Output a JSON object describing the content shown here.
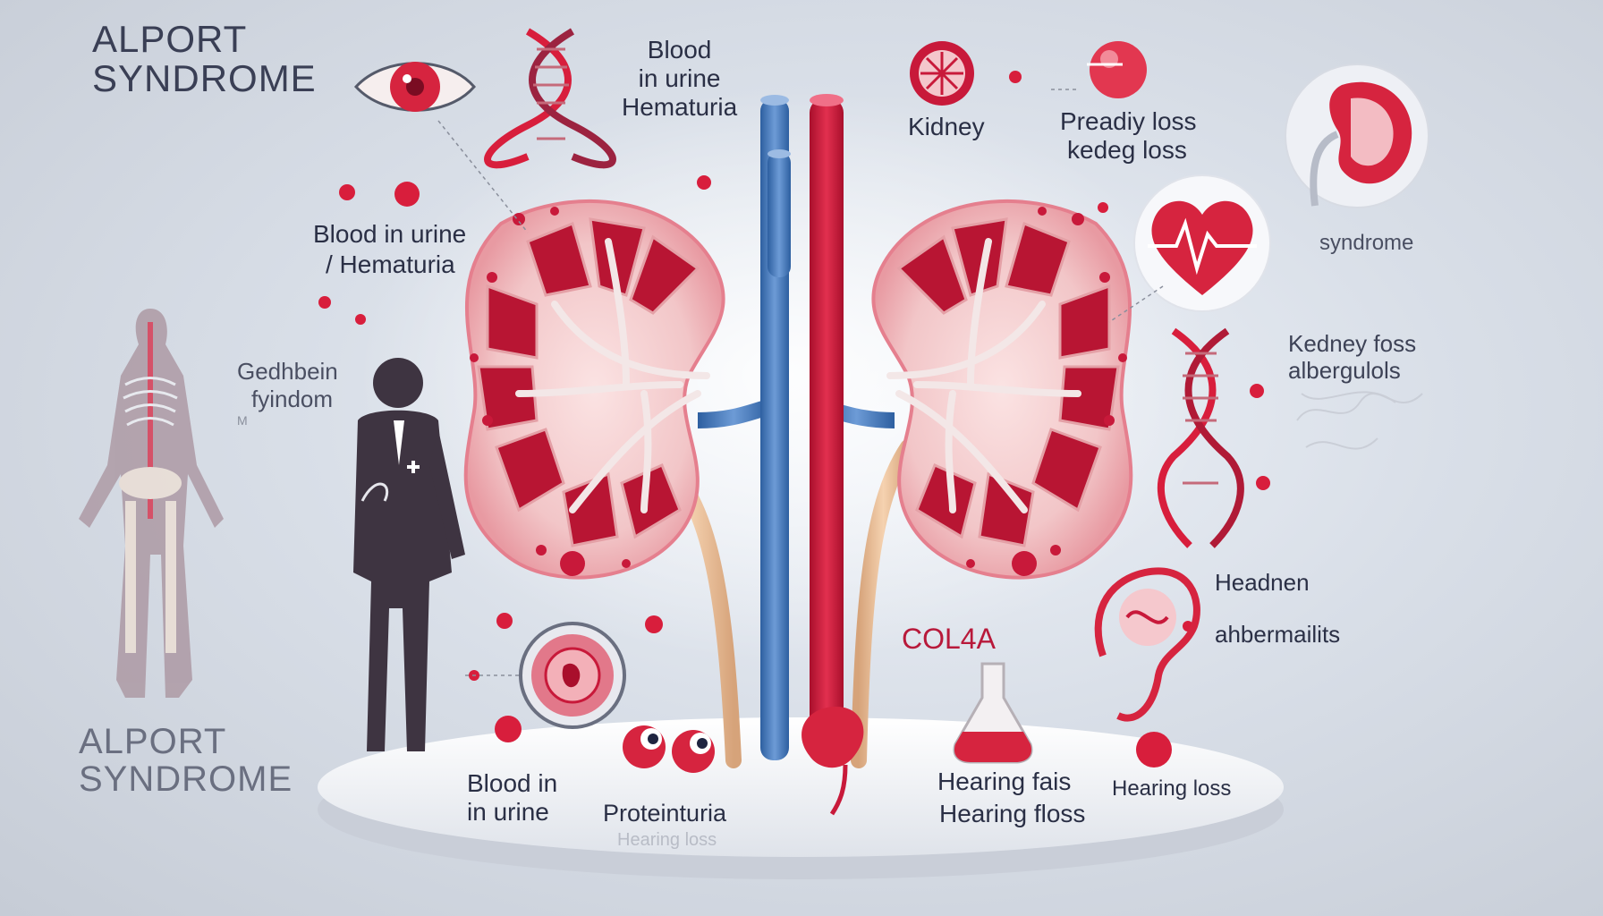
{
  "title_top": {
    "line1": "ALPORT",
    "line2": "SYNDROME"
  },
  "title_bottom": {
    "line1": "ALPORT",
    "line2": "SYNDROME"
  },
  "labels": {
    "blood_top": {
      "line1": "Blood",
      "line2": "in urine",
      "line3": "Hematuria"
    },
    "blood_left": {
      "line1": "Blood in urine",
      "line2": "/ Hematuria"
    },
    "gedhbein": {
      "line1": "Gedhbein",
      "line2": "fyindom",
      "line3": "M"
    },
    "kidney": "Kidney",
    "preadiy": {
      "line1": "Preadiy loss",
      "line2": "kedeg loss"
    },
    "syndrome": "syndrome",
    "kedney_foss": {
      "line1": "Kedney foss",
      "line2": "albergulols"
    },
    "headnen": "Headnen",
    "ahbermailits": "ahbermailits",
    "col4a": "COL4A",
    "blood_bottom": {
      "line1": "Blood in",
      "line2": "in urine"
    },
    "proteinturia": "Proteinturia",
    "hearing_faded": "Hearing loss",
    "hearing_fais": "Hearing fais",
    "hearing_loss": "Hearing loss",
    "hearing_floss": "Hearing floss"
  },
  "colors": {
    "accent_red": "#c8193a",
    "vein_blue": "#4a7fc0",
    "text_dark": "#2a2f45",
    "kidney_pink": "#e8a0a8"
  },
  "icons": [
    "eye-icon",
    "dna-icon",
    "kidney-icon",
    "heart-pulse-icon",
    "flask-icon",
    "ear-icon",
    "doctor-figure",
    "skeleton-figure"
  ]
}
